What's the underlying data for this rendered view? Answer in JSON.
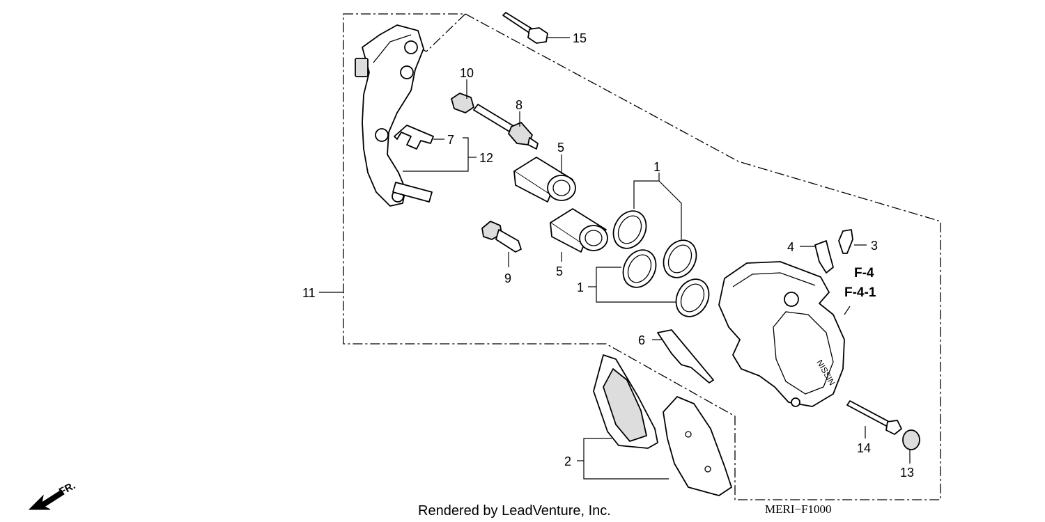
{
  "diagram": {
    "callouts": {
      "c1a": "1",
      "c1b": "1",
      "c2": "2",
      "c3": "3",
      "c4": "4",
      "c5a": "5",
      "c5b": "5",
      "c6": "6",
      "c7": "7",
      "c8": "8",
      "c9": "9",
      "c10": "10",
      "c11": "11",
      "c12": "12",
      "c13": "13",
      "c14": "14",
      "c15": "15"
    },
    "references": [
      "F-4",
      "F-4-1"
    ],
    "front_arrow_label": "FR.",
    "caliper_brand": "NISSIN",
    "diagram_code": "MERI−F1000"
  },
  "footer": {
    "credit": "Rendered by LeadVenture, Inc."
  }
}
